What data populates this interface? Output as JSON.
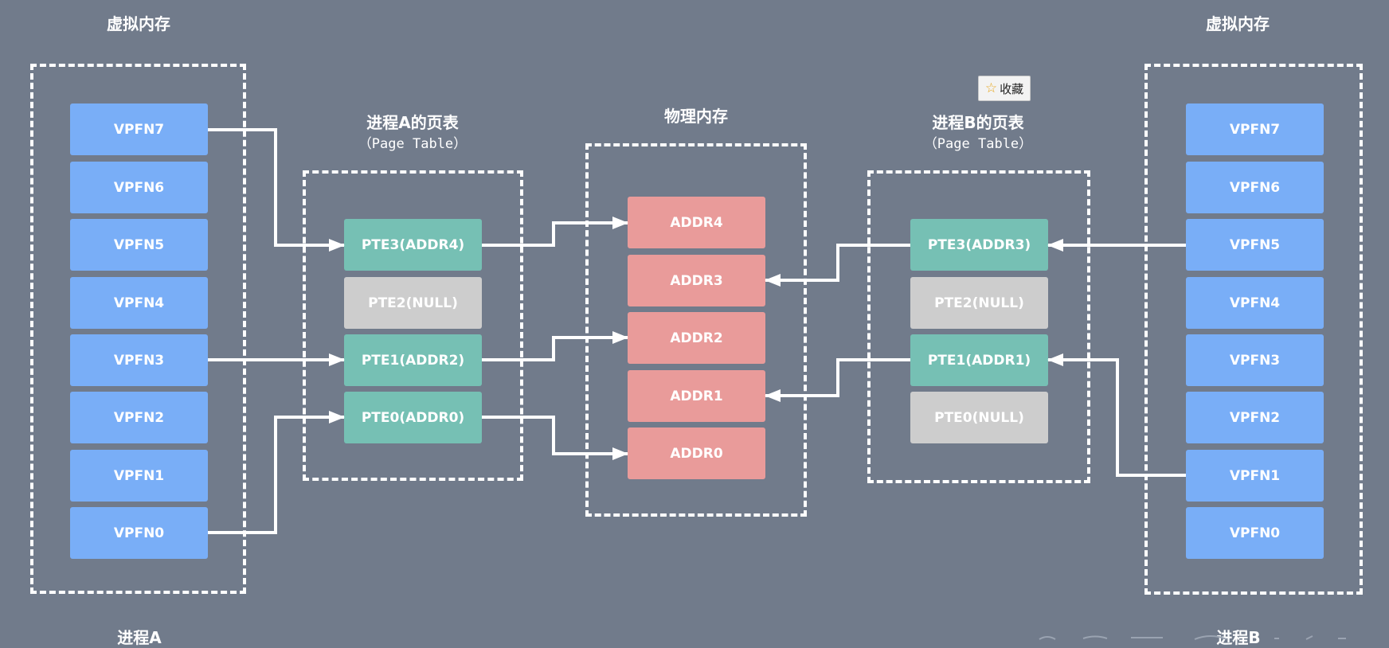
{
  "titles": {
    "virtual_a": "虚拟内存",
    "virtual_b": "虚拟内存",
    "pt_a_line1": "进程A的页表",
    "pt_a_line2": "（Page Table）",
    "physical": "物理内存",
    "pt_b_line1": "进程B的页表",
    "pt_b_line2": "（Page Table）",
    "process_a": "进程A",
    "process_b": "进程B"
  },
  "bookmark": {
    "icon": "star-icon",
    "label": "收藏"
  },
  "virtual_a": [
    "VPFN7",
    "VPFN6",
    "VPFN5",
    "VPFN4",
    "VPFN3",
    "VPFN2",
    "VPFN1",
    "VPFN0"
  ],
  "virtual_b": [
    "VPFN7",
    "VPFN6",
    "VPFN5",
    "VPFN4",
    "VPFN3",
    "VPFN2",
    "VPFN1",
    "VPFN0"
  ],
  "pt_a": [
    {
      "label": "PTE3(ADDR4)",
      "kind": "addr"
    },
    {
      "label": "PTE2(NULL)",
      "kind": "null"
    },
    {
      "label": "PTE1(ADDR2)",
      "kind": "addr"
    },
    {
      "label": "PTE0(ADDR0)",
      "kind": "addr"
    }
  ],
  "pt_b": [
    {
      "label": "PTE3(ADDR3)",
      "kind": "addr"
    },
    {
      "label": "PTE2(NULL)",
      "kind": "null"
    },
    {
      "label": "PTE1(ADDR1)",
      "kind": "addr"
    },
    {
      "label": "PTE0(NULL)",
      "kind": "null"
    }
  ],
  "physical": [
    "ADDR4",
    "ADDR3",
    "ADDR2",
    "ADDR1",
    "ADDR0"
  ],
  "links": [
    {
      "from": "virtual_a:VPFN7",
      "to": "pt_a:PTE3(ADDR4)"
    },
    {
      "from": "virtual_a:VPFN3",
      "to": "pt_a:PTE1(ADDR2)"
    },
    {
      "from": "virtual_a:VPFN0",
      "to": "pt_a:PTE0(ADDR0)"
    },
    {
      "from": "pt_a:PTE3(ADDR4)",
      "to": "physical:ADDR4"
    },
    {
      "from": "pt_a:PTE1(ADDR2)",
      "to": "physical:ADDR2"
    },
    {
      "from": "pt_a:PTE0(ADDR0)",
      "to": "physical:ADDR0"
    },
    {
      "from": "virtual_b:VPFN5",
      "to": "pt_b:PTE3(ADDR3)"
    },
    {
      "from": "virtual_b:VPFN1",
      "to": "pt_b:PTE1(ADDR1)"
    },
    {
      "from": "pt_b:PTE3(ADDR3)",
      "to": "physical:ADDR3"
    },
    {
      "from": "pt_b:PTE1(ADDR1)",
      "to": "physical:ADDR1"
    }
  ],
  "colors": {
    "background": "#717b8b",
    "vpfn": "#79aef7",
    "pte_addr": "#76c0b4",
    "pte_null": "#cdcdcd",
    "addr": "#e99b9a",
    "line": "#ffffff"
  }
}
